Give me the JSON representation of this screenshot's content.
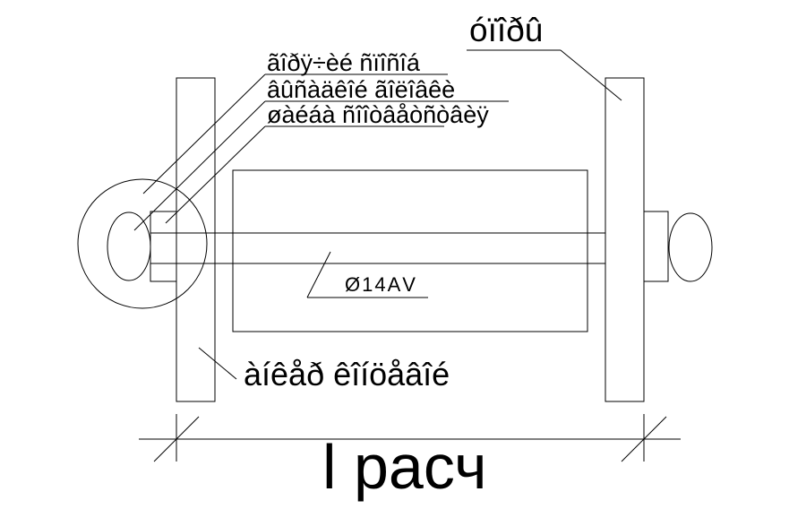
{
  "labels": {
    "support": "óïîðû",
    "leader_line_1": "ãîðÿ÷èé ñïîñîá",
    "leader_line_2": "âûñàäêîé ãîëîâêè",
    "leader_line_3": "øàéáà ñîîòâåòñòâèÿ",
    "rebar": "Ø14АV",
    "anchor": "àíêåð êîíöåâîé",
    "dimension": "l расч"
  }
}
